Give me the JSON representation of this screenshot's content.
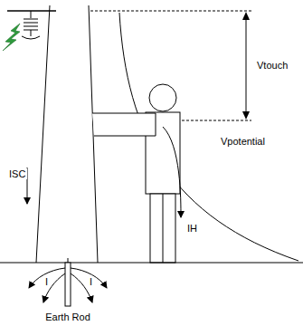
{
  "diagram": {
    "labels": [
      "Vtouch",
      "Vpotential",
      "ISC",
      "IH",
      "I",
      "I",
      "Earth Rod"
    ]
  }
}
